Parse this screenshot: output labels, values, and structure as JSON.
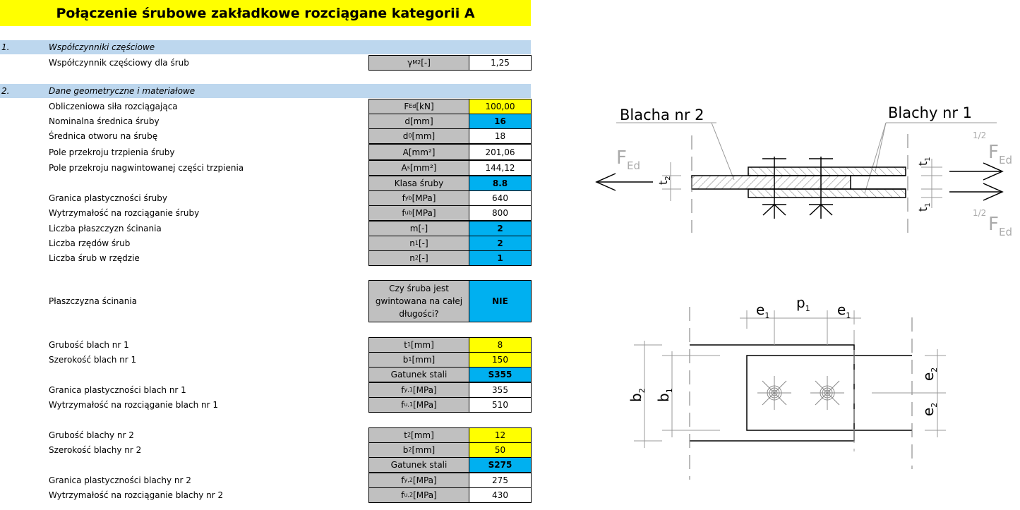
{
  "title": "Połączenie śrubowe zakładkowe rozciągane kategorii A",
  "sections": [
    {
      "number": "1.",
      "title": "Współczynniki częściowe"
    },
    {
      "number": "2.",
      "title": "Dane geometryczne i materiałowe"
    }
  ],
  "rows": [
    {
      "label": "Współczynnik częściowy dla śrub",
      "sym": "γ",
      "sub": "M2",
      "unit": " [-]",
      "value": "1,25",
      "cell": "computed"
    },
    {
      "label": "Obliczeniowa siła rozciągająca",
      "sym": "F",
      "sub": "Ed",
      "unit": " [kN]",
      "value": "100,00",
      "cell": "input"
    },
    {
      "label": "Nominalna średnica śruby",
      "sym": "d",
      "sub": "",
      "unit": " [mm]",
      "value": "16",
      "cell": "select"
    },
    {
      "label": "Średnica otworu na śrubę",
      "sym": "d",
      "sub": "0",
      "unit": " [mm]",
      "value": "18",
      "cell": "computed"
    },
    {
      "label": "Pole przekroju trzpienia śruby",
      "sym": "A",
      "sub": "",
      "unit": " [mm²]",
      "value": "201,06",
      "cell": "computed"
    },
    {
      "label": "Pole przekroju nagwintowanej części trzpienia",
      "sym": "A",
      "sub": "s",
      "unit": " [mm²]",
      "value": "144,12",
      "cell": "computed"
    },
    {
      "label": "",
      "sym": "Klasa śruby",
      "sub": "",
      "unit": "",
      "value": "8.8",
      "cell": "select"
    },
    {
      "label": "Granica plastyczności śruby",
      "sym": "f",
      "sub": "yb",
      "unit": " [MPa]",
      "value": "640",
      "cell": "computed"
    },
    {
      "label": "Wytrzymałość na rozciąganie śruby",
      "sym": "f",
      "sub": "ub",
      "unit": " [MPa]",
      "value": "800",
      "cell": "computed"
    },
    {
      "label": "Liczba płaszczyzn ścinania",
      "sym": "m",
      "sub": "",
      "unit": " [-]",
      "value": "2",
      "cell": "select"
    },
    {
      "label": "Liczba rzędów śrub",
      "sym": "n",
      "sub": "1",
      "unit": " [-]",
      "value": "2",
      "cell": "select"
    },
    {
      "label": "Liczba śrub w rzędzie",
      "sym": "n",
      "sub": "2",
      "unit": " [-]",
      "value": "1",
      "cell": "select"
    },
    {
      "label": "Płaszczyzna ścinania",
      "sym": "Czy śruba jest gwintowana na całej długości?",
      "sub": "",
      "unit": "",
      "value": "NIE",
      "cell": "select"
    },
    {
      "label": "Grubość blach nr 1",
      "sym": "t",
      "sub": "1",
      "unit": " [mm]",
      "value": "8",
      "cell": "input"
    },
    {
      "label": "Szerokość blach nr 1",
      "sym": "b",
      "sub": "1",
      "unit": " [mm]",
      "value": "150",
      "cell": "input"
    },
    {
      "label": "",
      "sym": "Gatunek stali",
      "sub": "",
      "unit": "",
      "value": "S355",
      "cell": "select"
    },
    {
      "label": "Granica plastyczności blach nr 1",
      "sym": "f",
      "sub": "y,1",
      "unit": " [MPa]",
      "value": "355",
      "cell": "computed"
    },
    {
      "label": "Wytrzymałość na rozciąganie blach nr 1",
      "sym": "f",
      "sub": "u,1",
      "unit": " [MPa]",
      "value": "510",
      "cell": "computed"
    },
    {
      "label": "Grubość blachy nr 2",
      "sym": "t",
      "sub": "2",
      "unit": " [mm]",
      "value": "12",
      "cell": "input"
    },
    {
      "label": "Szerokość blachy nr 2",
      "sym": "b",
      "sub": "2",
      "unit": " [mm]",
      "value": "50",
      "cell": "input"
    },
    {
      "label": "",
      "sym": "Gatunek stali",
      "sub": "",
      "unit": "",
      "value": "S275",
      "cell": "select"
    },
    {
      "label": "Granica plastyczności blachy nr 2",
      "sym": "f",
      "sub": "y,2",
      "unit": " [MPa]",
      "value": "275",
      "cell": "computed"
    },
    {
      "label": "Wytrzymałość na rozciąganie blachy nr 2",
      "sym": "f",
      "sub": "u,2",
      "unit": " [MPa]",
      "value": "430",
      "cell": "computed"
    }
  ],
  "drawing_side": {
    "plate2_label": "Blacha nr 2",
    "plates1_label": "Blachy nr 1",
    "force": "F",
    "force_sub": "Ed",
    "half": "1/2",
    "t1": "t",
    "t1_sub": "1",
    "t2": "t",
    "t2_sub": "2"
  },
  "drawing_plan": {
    "e1": "e",
    "e1_sub": "1",
    "p1": "p",
    "p1_sub": "1",
    "e2": "e",
    "e2_sub": "2",
    "b1": "b",
    "b1_sub": "1",
    "b2": "b",
    "b2_sub": "2"
  },
  "colors": {
    "input": "#ffff00",
    "select": "#00b0f0",
    "computed": "#ffffff",
    "header": "#bdd7ee",
    "symbol_cell": "#c0c0c0"
  }
}
